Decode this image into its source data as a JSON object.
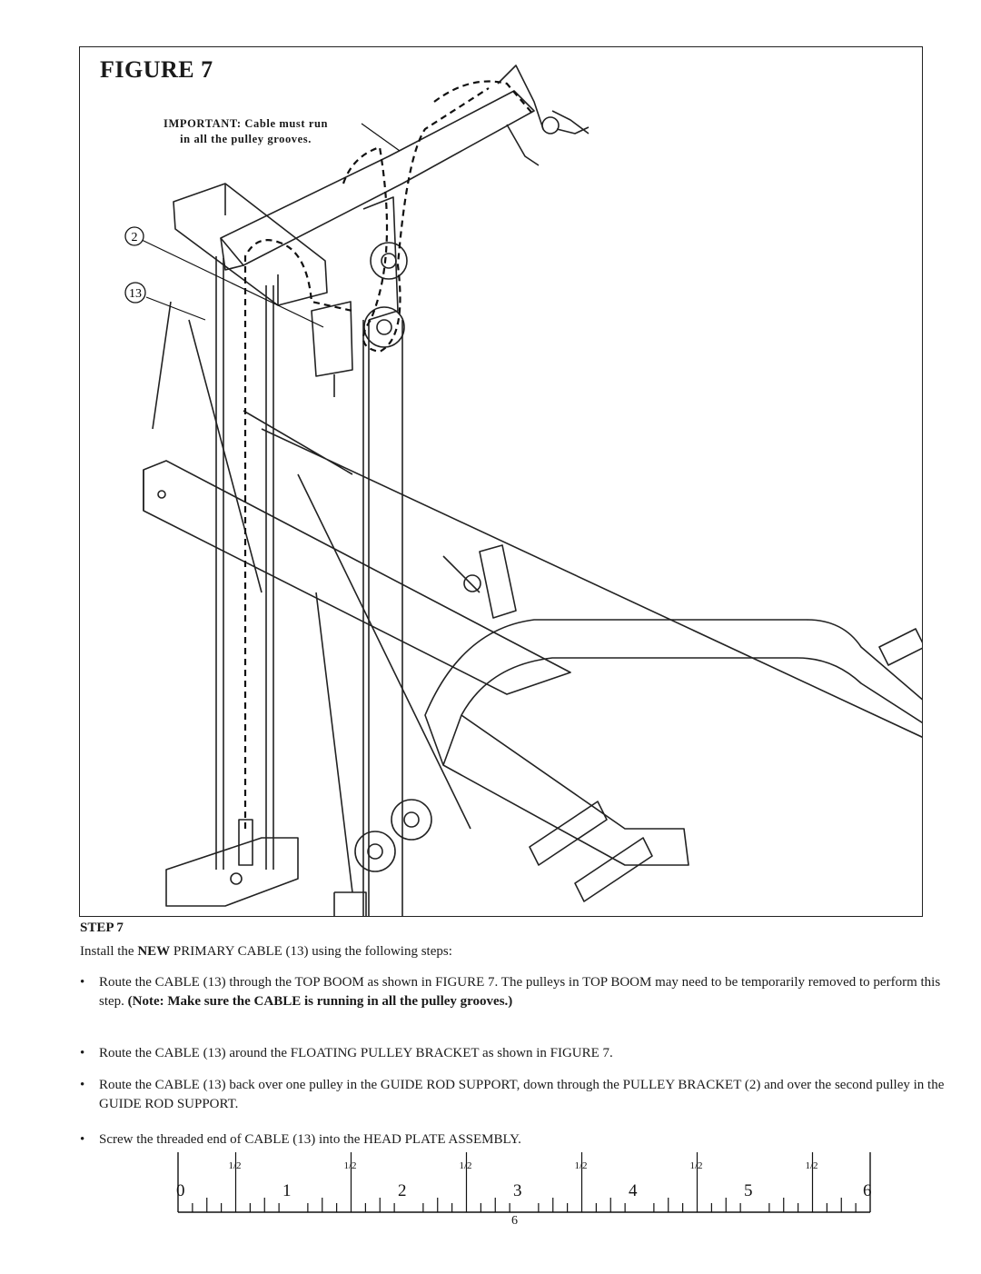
{
  "figure": {
    "title": "FIGURE 7",
    "callout": "IMPORTANT: Cable must run\nin all the pulley grooves.",
    "label_2": "2",
    "label_13": "13"
  },
  "step": {
    "heading": "STEP 7",
    "intro_pre": "Install the ",
    "intro_bold": "NEW",
    "intro_post": " PRIMARY CABLE (13) using the following steps:",
    "bullets": [
      {
        "text": "Route the CABLE (13) through the TOP BOOM as shown in FIGURE 7. The pulleys in TOP BOOM may need to be temporarily removed to perform this step. ",
        "bold": "(Note: Make sure the CABLE is running in all the pulley grooves.)"
      },
      {
        "text": "Route the CABLE (13) around the FLOATING PULLEY BRACKET as shown in FIGURE 7.",
        "bold": ""
      },
      {
        "text": "Route the CABLE (13) back over one pulley in the GUIDE ROD SUPPORT, down through the PULLEY BRACKET (2) and over the second pulley in the GUIDE ROD SUPPORT.",
        "bold": ""
      },
      {
        "text": "Screw the threaded end of CABLE (13) into the HEAD PLATE ASSEMBLY.",
        "bold": ""
      }
    ]
  },
  "ruler": {
    "numbers": [
      "0",
      "1",
      "2",
      "3",
      "4",
      "5",
      "6"
    ],
    "half_label": "1/2"
  },
  "page_number": "6"
}
